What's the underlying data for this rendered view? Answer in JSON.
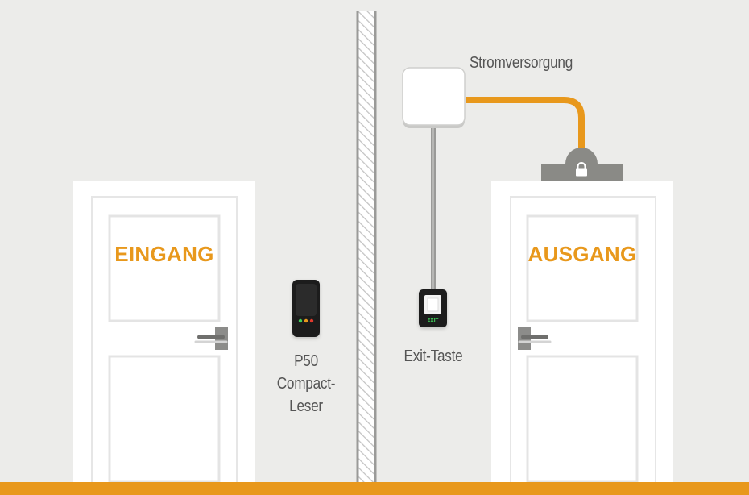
{
  "entrance": {
    "label": "EINGANG"
  },
  "exit_door": {
    "label": "AUSGANG"
  },
  "reader": {
    "name": "P50",
    "line2": "Compact-",
    "line3": "Leser"
  },
  "exit_button": {
    "label": "Exit-Taste",
    "text": "EXIT"
  },
  "power_supply": {
    "label": "Stromversorgung"
  },
  "colors": {
    "background": "#ececea",
    "accent": "#e8981c",
    "door": "#ffffff",
    "door_panel_border": "#e3e3e3",
    "wall_hatch": "#bdbdbd",
    "lock": "#8a8a86",
    "cable_gray": "#9a9a98",
    "text": "#555555"
  },
  "icons": [
    "lock-icon",
    "door-handle-icon",
    "card-reader-icon",
    "exit-button-icon"
  ]
}
